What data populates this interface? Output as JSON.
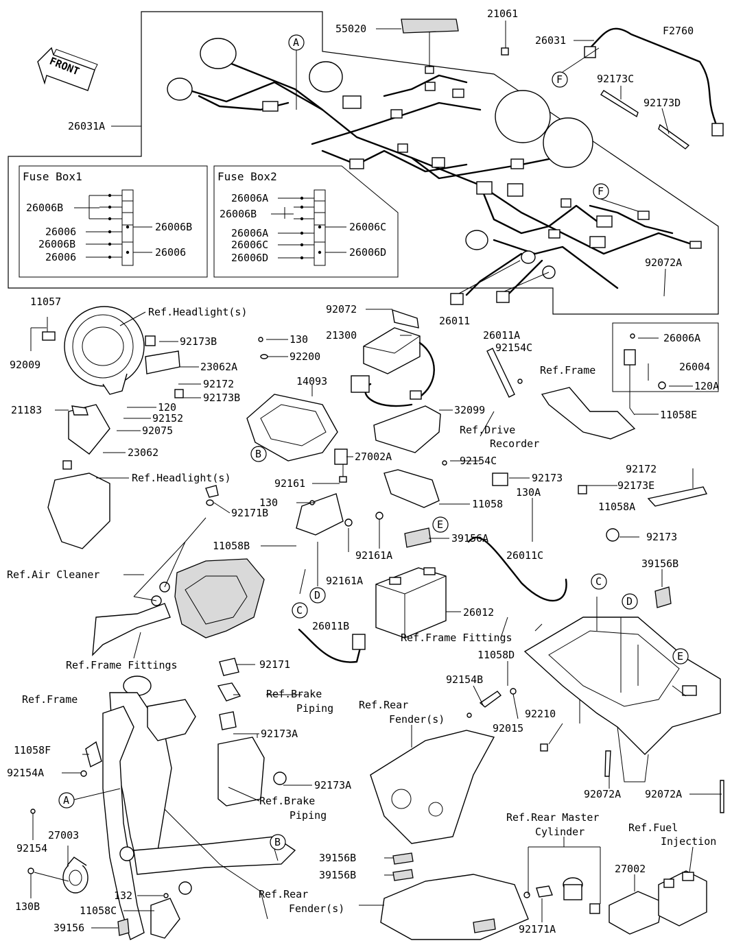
{
  "diagram_id": "F2760",
  "front_label": "FRONT",
  "fuse_box1": {
    "title": "Fuse Box1",
    "labels_left": [
      "26006B",
      "26006",
      "26006B",
      "26006"
    ],
    "labels_right": [
      "26006B",
      "26006"
    ]
  },
  "fuse_box2": {
    "title": "Fuse Box2",
    "labels_left": [
      "26006A",
      "26006B",
      "26006A",
      "26006C",
      "26006D"
    ],
    "labels_right": [
      "26006C",
      "26006D"
    ]
  },
  "callouts": [
    "A",
    "F",
    "F",
    "B",
    "E",
    "C",
    "D",
    "C",
    "D",
    "E",
    "A",
    "B"
  ],
  "part_labels": {
    "p55020": "55020",
    "p21061": "21061",
    "p26031": "26031",
    "p92173C": "92173C",
    "p92173D": "92173D",
    "p26031A": "26031A",
    "p92072A_top": "92072A",
    "p26011": "26011",
    "p26011A": "26011A",
    "p11057": "11057",
    "p92009": "92009",
    "p92173B_1": "92173B",
    "p23062A": "23062A",
    "p92172_1": "92172",
    "p92173B_2": "92173B",
    "p21183": "21183",
    "p120": "120",
    "p92152": "92152",
    "p92075": "92075",
    "p23062": "23062",
    "p130_1": "130",
    "p92200": "92200",
    "p14093": "14093",
    "p92072": "92072",
    "p21300": "21300",
    "p32099": "32099",
    "p92154C_1": "92154C",
    "p26006A": "26006A",
    "p26004": "26004",
    "p120A": "120A",
    "p11058E": "11058E",
    "p27002A": "27002A",
    "p92161": "92161",
    "p92154C_2": "92154C",
    "p92173_1": "92173",
    "p130_2": "130",
    "p11058": "11058",
    "p92171B": "92171B",
    "p11058B": "11058B",
    "p130A": "130A",
    "p39156A": "39156A",
    "p92161A_1": "92161A",
    "p92161A_2": "92161A",
    "p26011C": "26011C",
    "p26012": "26012",
    "p26011B": "26011B",
    "p92172_2": "92172",
    "p92173E": "92173E",
    "p11058A": "11058A",
    "p92173_2": "92173",
    "p39156B_1": "39156B",
    "p92171": "92171",
    "p11058D": "11058D",
    "p92154B": "92154B",
    "p92015": "92015",
    "p92210": "92210",
    "p92072A_1": "92072A",
    "p92072A_2": "92072A",
    "p11058F": "11058F",
    "p92154A": "92154A",
    "p92173A_1": "92173A",
    "p92173A_2": "92173A",
    "p92154": "92154",
    "p27003": "27003",
    "p130B": "130B",
    "p132": "132",
    "p11058C": "11058C",
    "p39156": "39156",
    "p39156B_2": "39156B",
    "p39156B_3": "39156B",
    "p92171A": "92171A",
    "p27002": "27002"
  },
  "ref_labels": {
    "headlight1": "Ref.Headlight(s)",
    "headlight2": "Ref.Headlight(s)",
    "frame1": "Ref.Frame",
    "drive_rec_1": "Ref.Drive",
    "drive_rec_2": "Recorder",
    "air_cleaner": "Ref.Air Cleaner",
    "frame_fittings1": "Ref.Frame Fittings",
    "frame_fittings2": "Ref.Frame Fittings",
    "frame2": "Ref.Frame",
    "brake1_1": "Ref.Brake",
    "brake1_2": "Piping",
    "brake2_1": "Ref.Brake",
    "brake2_2": "Piping",
    "rear_fender1_1": "Ref.Rear",
    "rear_fender1_2": "Fender(s)",
    "rear_fender2_1": "Ref.Rear",
    "rear_fender2_2": "Fender(s)",
    "rear_master_1": "Ref.Rear Master",
    "rear_master_2": "Cylinder",
    "fuel_inj_1": "Ref.Fuel",
    "fuel_inj_2": "Injection"
  }
}
